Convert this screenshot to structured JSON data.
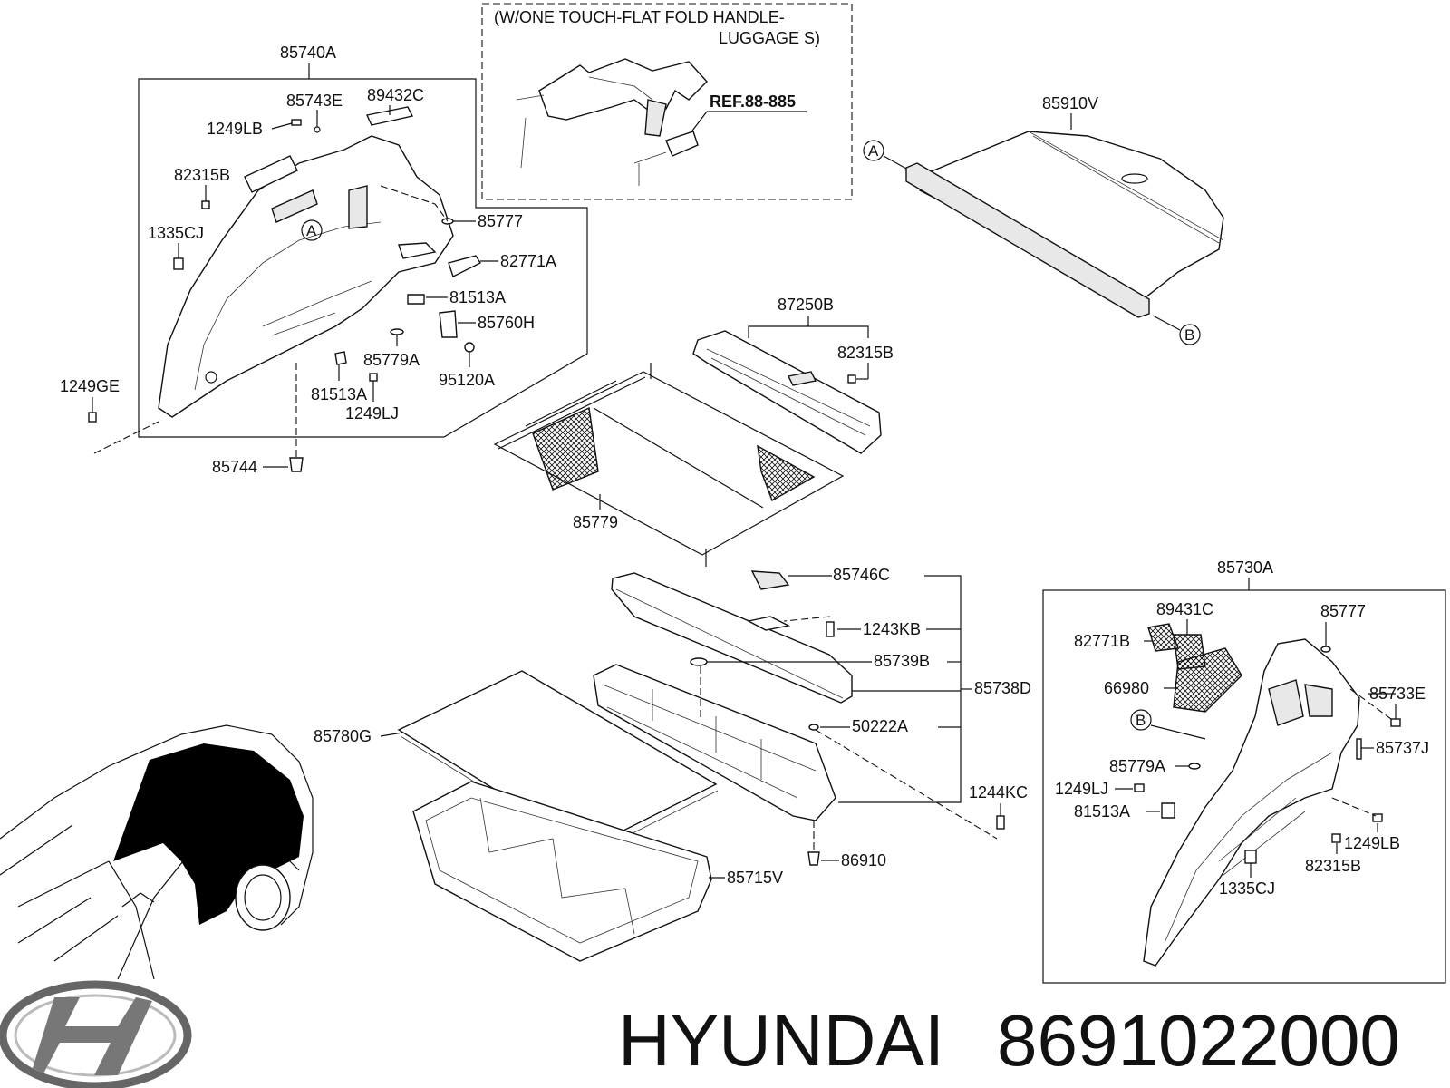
{
  "brand": {
    "name": "HYUNDAI",
    "part_number": "8691022000"
  },
  "inset": {
    "note_line1": "(W/ONE TOUCH-FLAT FOLD HANDLE-",
    "note_line2": "LUGGAGE S)",
    "ref": "REF.88-885"
  },
  "markers": {
    "a": "A",
    "b": "B"
  },
  "labels": {
    "l85740A": "85740A",
    "l85743E": "85743E",
    "l89432C": "89432C",
    "l1249LB_l": "1249LB",
    "l82315B_l": "82315B",
    "l1335CJ_l": "1335CJ",
    "l85777_l": "85777",
    "l82771A": "82771A",
    "l81513A_r": "81513A",
    "l85760H": "85760H",
    "l85779A_l": "85779A",
    "l95120A": "95120A",
    "l81513A_b": "81513A",
    "l1249LJ_l": "1249LJ",
    "l1249GE": "1249GE",
    "l85744": "85744",
    "l85910V": "85910V",
    "l87250B": "87250B",
    "l82315B_m": "82315B",
    "l85779": "85779",
    "l85746C": "85746C",
    "l1243KB": "1243KB",
    "l85739B": "85739B",
    "l85738D": "85738D",
    "l50222A": "50222A",
    "l85780G": "85780G",
    "l1244KC": "1244KC",
    "l86910": "86910",
    "l85715V": "85715V",
    "l85730A": "85730A",
    "l89431C": "89431C",
    "l85777_r": "85777",
    "l82771B": "82771B",
    "l66980": "66980",
    "l85733E": "85733E",
    "l85737J": "85737J",
    "l85779A_r": "85779A",
    "l1249LJ_r": "1249LJ",
    "l81513A_rr": "81513A",
    "l1249LB_r": "1249LB",
    "l82315B_r": "82315B",
    "l1335CJ_r": "1335CJ"
  },
  "colors": {
    "line": "#111111",
    "background": "#ffffff",
    "trim_fill": "#000000"
  }
}
